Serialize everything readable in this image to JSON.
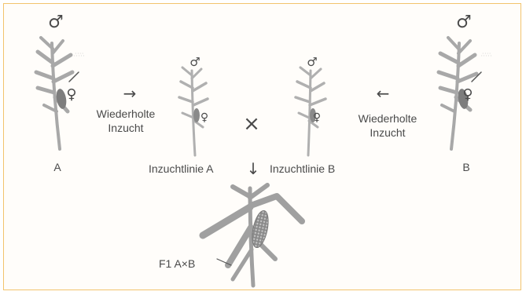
{
  "colors": {
    "plant": "#a8a8a8",
    "plant_dark": "#7d7d7d",
    "text": "#4a4a4a",
    "border": "#f2c46d"
  },
  "symbols": {
    "male": "♂",
    "female": "♀",
    "arrow_right": "→",
    "arrow_left": "←",
    "arrow_down": "↓",
    "cross": "×"
  },
  "labels": {
    "parent_a": "A",
    "parent_b": "B",
    "inbreeding_left_line1": "Wiederholte",
    "inbreeding_left_line2": "Inzucht",
    "inbreeding_right_line1": "Wiederholte",
    "inbreeding_right_line2": "Inzucht",
    "inbred_line_a": "Inzuchtlinie A",
    "inbred_line_b": "Inzuchtlinie B",
    "f1": "F1 A×B"
  }
}
